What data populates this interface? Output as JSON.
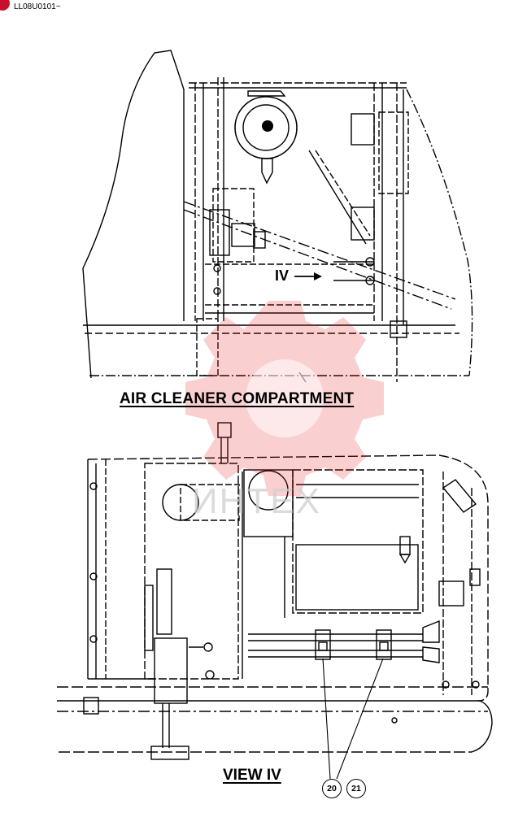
{
  "header": {
    "doc_code": "LL08U0101~"
  },
  "diagram": {
    "top_caption": "AIR CLEANER COMPARTMENT",
    "bottom_caption": "VIEW  IV",
    "view_marker": "IV",
    "callouts": [
      "20",
      "21"
    ]
  },
  "watermark": {
    "text": "ИНТЕХ"
  },
  "colors": {
    "line": "#000000",
    "watermark": "#e8262a",
    "tag": "#c8102e"
  }
}
